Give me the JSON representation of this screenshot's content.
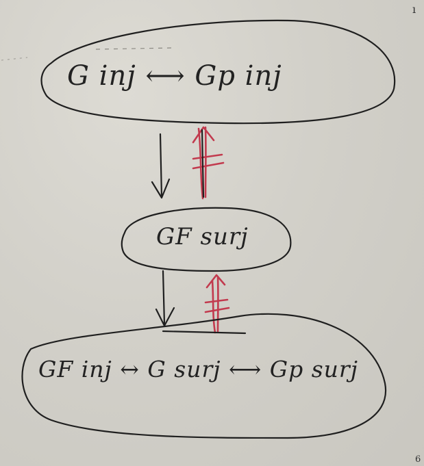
{
  "whiteboard": {
    "top_expression": "G inj ⟷ Gp inj",
    "middle_expression": "GF surj",
    "bottom_expression": "GF inj ↔ G surj ⟷ Gp surj",
    "corner_mark_top": "ı",
    "corner_mark_bottom": "6"
  },
  "colors": {
    "board": "#cfcdc6",
    "marker_black": "#1f1f1f",
    "marker_red": "#c23a4e"
  }
}
